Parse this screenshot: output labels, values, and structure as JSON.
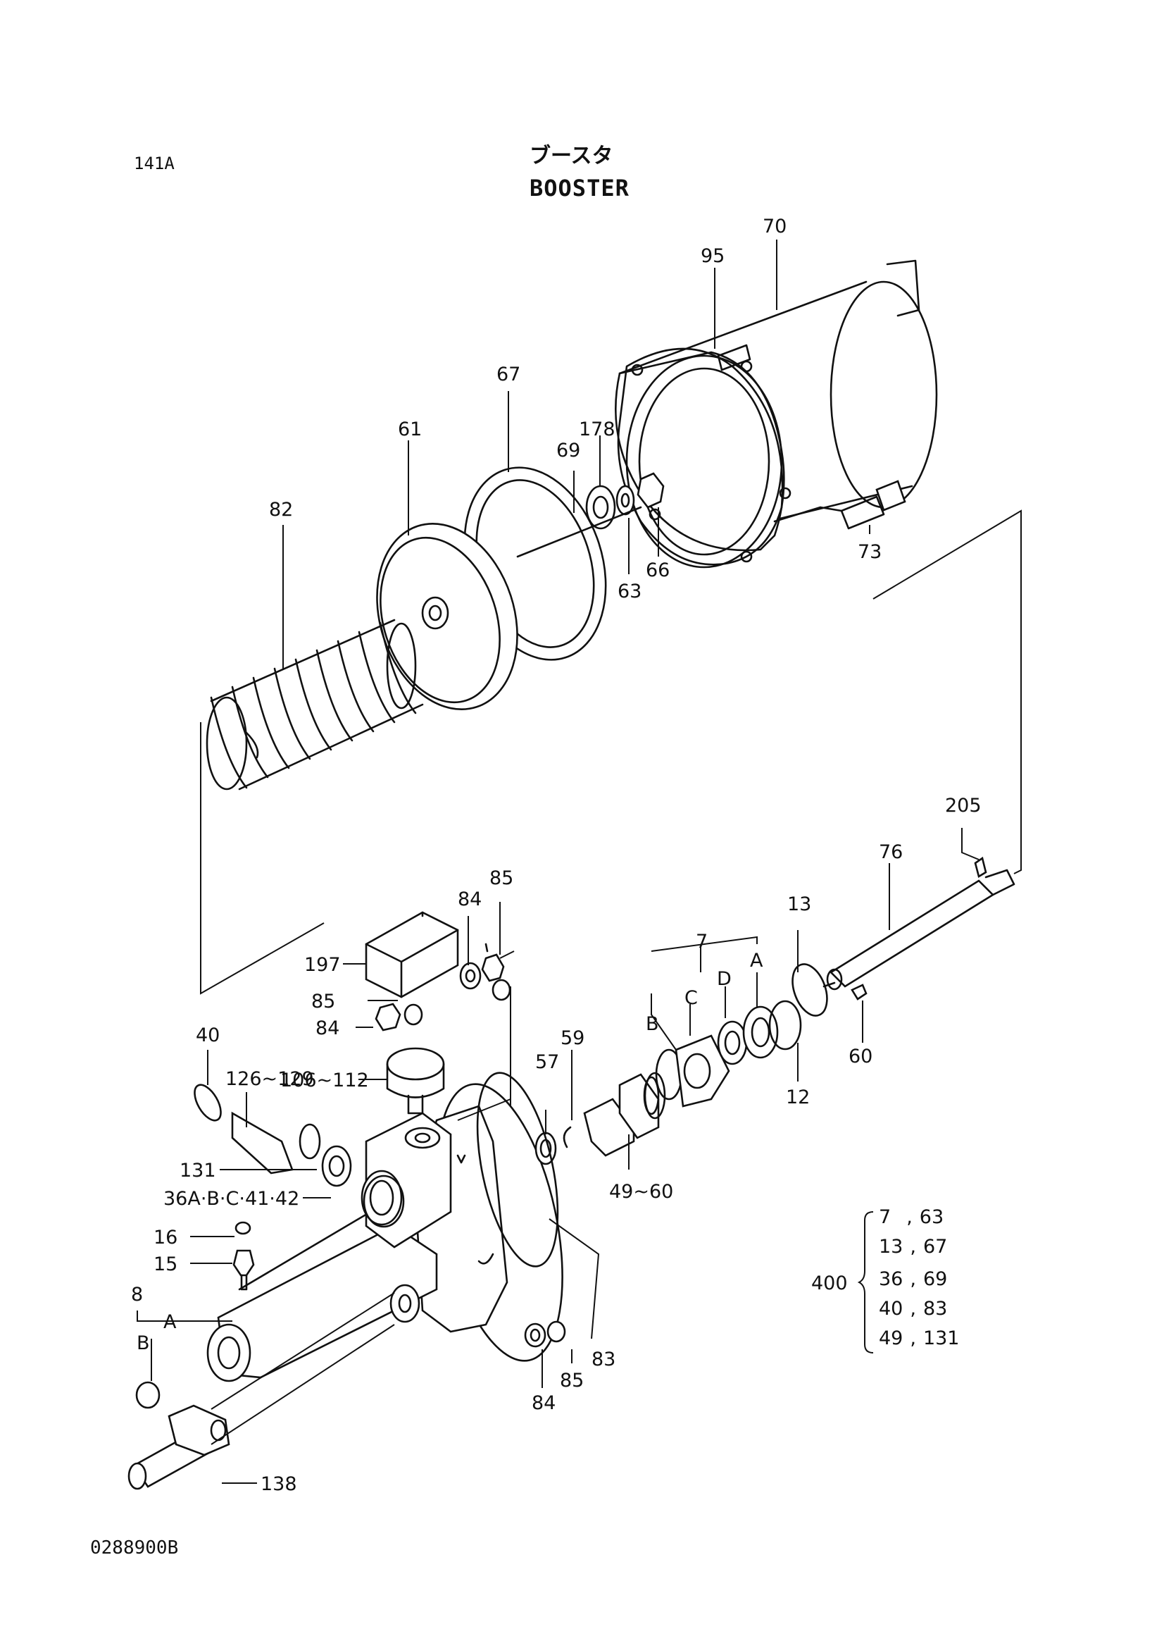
{
  "header": {
    "page_code": "141A",
    "title_jp": "ブースタ",
    "title_en": "BOOSTER"
  },
  "footer": {
    "drawing_code": "0288900B"
  },
  "callouts": {
    "p70": "70",
    "p95": "95",
    "p67": "67",
    "p61": "61",
    "p178": "178",
    "p69": "69",
    "p82": "82",
    "p66": "66",
    "p63": "63",
    "p73": "73",
    "p205": "205",
    "p76": "76",
    "p85a": "85",
    "p84a": "84",
    "p13": "13",
    "p7": "7",
    "p197": "197",
    "p85b": "85",
    "p84b": "84",
    "pD": "D",
    "pA": "A",
    "pC": "C",
    "pB": "B",
    "p40": "40",
    "p59": "59",
    "p126": "126~129",
    "p57": "57",
    "p60": "60",
    "p106": "106~112",
    "p12": "12",
    "p131": "131",
    "p36": "36A·B·C·41·42",
    "p49": "49~60",
    "p16": "16",
    "p15": "15",
    "p8": "8",
    "p8A": "A",
    "p8B": "B",
    "p85c": "85",
    "p83": "83",
    "p84c": "84",
    "p138": "138"
  },
  "kit": {
    "number": "400",
    "rows": [
      {
        "left": "7",
        "right": "63"
      },
      {
        "left": "13",
        "right": "67"
      },
      {
        "left": "36",
        "right": "69"
      },
      {
        "left": "40",
        "right": "83"
      },
      {
        "left": "49",
        "right": "131"
      }
    ]
  }
}
